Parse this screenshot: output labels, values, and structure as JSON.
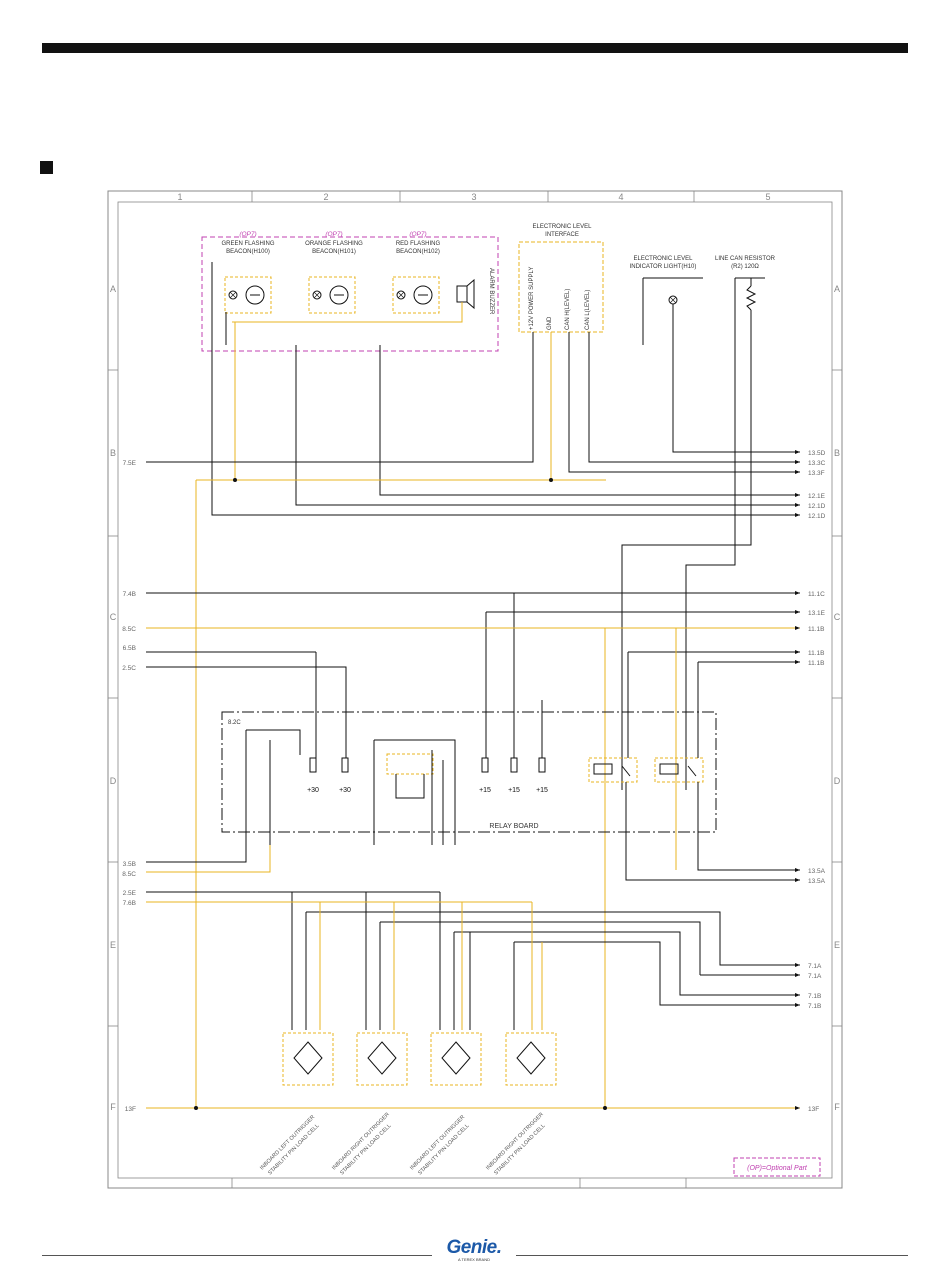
{
  "grid": {
    "columns": [
      "1",
      "2",
      "3",
      "4",
      "5"
    ],
    "rows": [
      "A",
      "B",
      "C",
      "D",
      "E",
      "F"
    ]
  },
  "beacons": [
    {
      "op": "(OP7)",
      "name": "GREEN FLASHING BEACON(H100)",
      "lines": [
        "GREEN FLASHING",
        "BEACON(H100)"
      ]
    },
    {
      "op": "(OP7)",
      "name": "ORANGE FLASHING BEACON(H101)",
      "lines": [
        "ORANGE FLASHING",
        "BEACON(H101)"
      ]
    },
    {
      "op": "(OP7)",
      "name": "RED FLASHING BEACON(H102)",
      "lines": [
        "RED FLASHING",
        "BEACON(H102)"
      ]
    }
  ],
  "alarm_label": "ALARM BUZZER",
  "level_interface": {
    "title_lines": [
      "ELECTRONIC LEVEL",
      "INTERFACE"
    ],
    "pins": [
      "+12V POWER SUPPLY",
      "GND",
      "CAN H(LEVEL)",
      "CAN L(LEVEL)"
    ]
  },
  "level_light": {
    "lines": [
      "ELECTRONIC LEVEL",
      "INDICATOR LIGHT(H10)"
    ]
  },
  "resistor": {
    "lines": [
      "LINE CAN RESISTOR",
      "(R2) 120Ω"
    ]
  },
  "relay_board_label": "RELAY BOARD",
  "relay_tag": "8.2C",
  "fuse_supplies": [
    "+30",
    "+30",
    "+15",
    "+15",
    "+15"
  ],
  "left_refs": [
    "7.5E",
    "7.4B",
    "8.5C",
    "6.5B",
    "2.5C",
    "3.5B",
    "8.5C",
    "2.5E",
    "7.6B",
    "13F"
  ],
  "right_refs": [
    "13.5D",
    "13.3C",
    "13.3F",
    "12.1E",
    "12.1D",
    "12.1D",
    "11.1C",
    "13.1E",
    "11.1B",
    "11.1B",
    "11.1B",
    "13.5A",
    "13.5A",
    "7.1A",
    "7.1A",
    "7.1B",
    "7.1B",
    "13F"
  ],
  "load_cells": [
    {
      "label": "INBOARD LEFT OUTRIGGER STABILITY PIN LOAD CELL",
      "lines": [
        "INBOARD LEFT OUTRIGGER",
        "STABILITY PIN LOAD CELL"
      ]
    },
    {
      "label": "INBOARD RIGHT OUTRIGGER STABILITY PIN LOAD CELL",
      "lines": [
        "INBOARD RIGHT OUTRIGGER",
        "STABILITY PIN LOAD CELL"
      ]
    },
    {
      "label": "INBOARD LEFT OUTRIGGER STABILITY PIN LOAD CELL",
      "lines": [
        "INBOARD LEFT OUTRIGGER",
        "STABILITY PIN LOAD CELL"
      ]
    },
    {
      "label": "INBOARD RIGHT OUTRIGGER STABILITY PIN LOAD CELL",
      "lines": [
        "INBOARD RIGHT OUTRIGGER",
        "STABILITY PIN LOAD CELL"
      ]
    }
  ],
  "legend_optional": "(OP)=Optional Part",
  "logo": {
    "brand": "Genie.",
    "sub": "A TEREX BRAND"
  },
  "colors": {
    "wire_yellow": "#e8b420",
    "wire_black": "#111111",
    "label_green": "#2aa22a",
    "optional_magenta": "#c040b0",
    "frame_gray": "#888888",
    "logo_blue": "#1c59a8"
  }
}
